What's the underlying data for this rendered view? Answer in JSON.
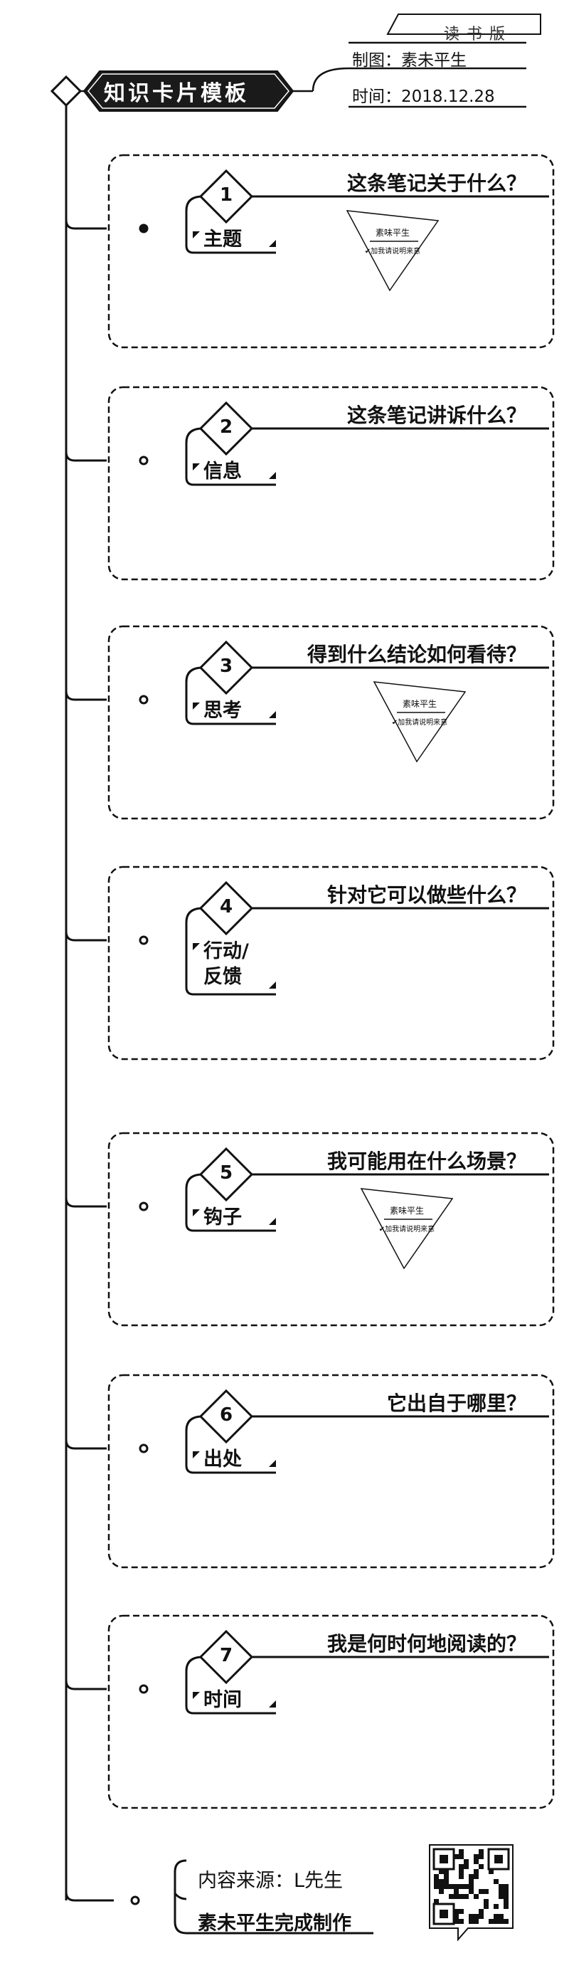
{
  "header": {
    "version": "读书版",
    "title": "知识卡片模板",
    "author": "制图：素未平生",
    "date": "时间：2018.12.28"
  },
  "cards": [
    {
      "number": "1",
      "question": "这条笔记关于什么？",
      "label": "主题",
      "has_stamp": true
    },
    {
      "number": "2",
      "question": "这条笔记讲诉什么？",
      "label": "信息",
      "has_stamp": false
    },
    {
      "number": "3",
      "question": "得到什么结论如何看待？",
      "label": "思考",
      "has_stamp": true
    },
    {
      "number": "4",
      "question": "针对它可以做些什么？",
      "label": "行动/\n反馈",
      "has_stamp": false
    },
    {
      "number": "5",
      "question": "我可能用在什么场景？",
      "label": "钩子",
      "has_stamp": true
    },
    {
      "number": "6",
      "question": "它出自于哪里？",
      "label": "出处",
      "has_stamp": false
    },
    {
      "number": "7",
      "question": "我是何时何地阅读的？",
      "label": "时间",
      "has_stamp": false
    }
  ],
  "stamp": {
    "name": "素味平生",
    "sub": "✔加我请说明来意"
  },
  "footer": {
    "source": "内容来源：L先生",
    "credit": "素未平生完成制作",
    "qr_icon": "qr-code-icon"
  }
}
